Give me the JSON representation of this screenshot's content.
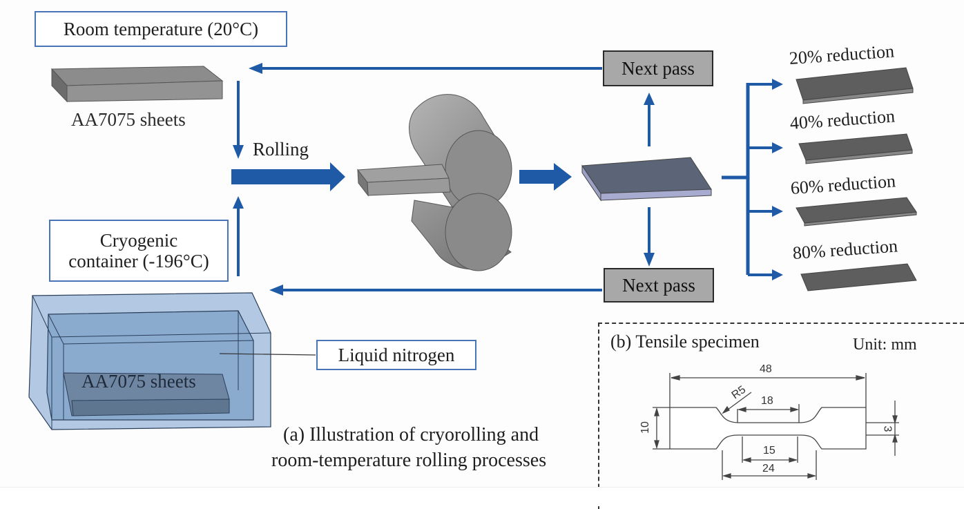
{
  "figure": {
    "panel_a": {
      "room_temp_label": "Room temperature (20°C)",
      "sheet_label_top": "AA7075 sheets",
      "rolling_label": "Rolling",
      "cryo_label_line1": "Cryogenic",
      "cryo_label_line2": "container (-196°C)",
      "liquid_nitrogen_label": "Liquid nitrogen",
      "sheet_label_container": "AA7075 sheets",
      "next_pass_top": "Next pass",
      "next_pass_bottom": "Next pass",
      "reductions": [
        "20% reduction",
        "40% reduction",
        "60% reduction",
        "80% reduction"
      ],
      "caption_line1": "(a) Illustration of cryorolling and",
      "caption_line2": "room-temperature rolling processes"
    },
    "panel_b": {
      "title": "(b) Tensile specimen",
      "unit": "Unit: mm",
      "dimensions": {
        "overall_length": "48",
        "fillet_radius": "R5",
        "gauge_top": "18",
        "grip_width": "10",
        "gauge_width": "3",
        "gauge_bottom": "15",
        "reduced_section": "24"
      }
    },
    "colors": {
      "arrow_blue": "#1f5aa6",
      "box_border_blue": "#4a74b8",
      "sheet_gray": "#8a8a8a",
      "container_blue": "#8fb0d4"
    }
  }
}
